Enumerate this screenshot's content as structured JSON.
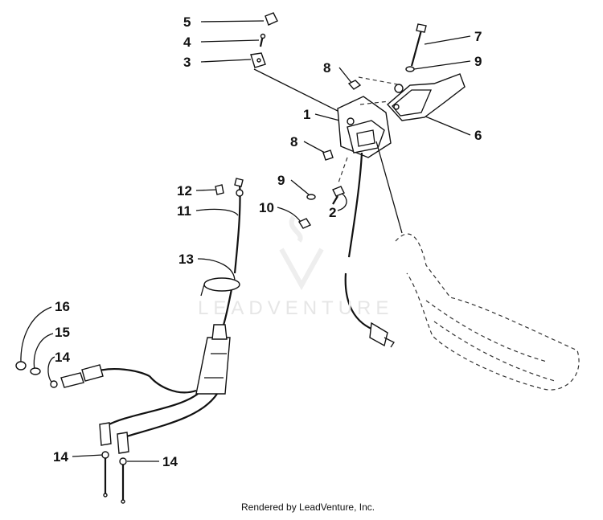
{
  "watermark": "LEADVENTURE",
  "credit": "Rendered by LeadVenture, Inc.",
  "callouts": [
    {
      "label": "5"
    },
    {
      "label": "4"
    },
    {
      "label": "3"
    },
    {
      "label": "7"
    },
    {
      "label": "9"
    },
    {
      "label": "8"
    },
    {
      "label": "1"
    },
    {
      "label": "6"
    },
    {
      "label": "8"
    },
    {
      "label": "9"
    },
    {
      "label": "2"
    },
    {
      "label": "10"
    },
    {
      "label": "12"
    },
    {
      "label": "11"
    },
    {
      "label": "13"
    },
    {
      "label": "16"
    },
    {
      "label": "15"
    },
    {
      "label": "14"
    },
    {
      "label": "14"
    },
    {
      "label": "14"
    }
  ]
}
